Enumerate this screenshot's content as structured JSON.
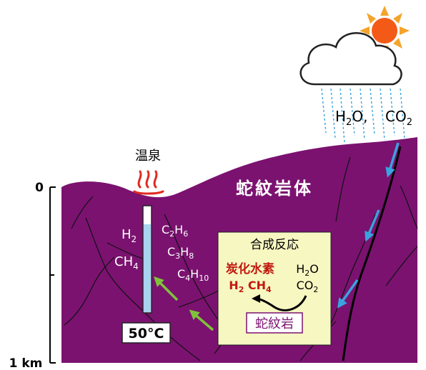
{
  "depth_axis": {
    "top_label": "0",
    "bottom_label": "1 km"
  },
  "hot_spring": {
    "label": "温泉",
    "temperature": "50°C"
  },
  "rock_body_label": "蛇紋岩体",
  "atmosphere": {
    "h2o": "H2O,",
    "co2": "CO2"
  },
  "well_gases": {
    "h2": "H2",
    "ch4": "CH4"
  },
  "hydrocarbons": [
    "C2H6",
    "C3H8",
    "C4H10"
  ],
  "reaction_box": {
    "title": "合成反応",
    "product_label": "炭化水素",
    "product_species": "H2 CH4",
    "inputs_line1": "H2O",
    "inputs_line2": "CO2",
    "rock": "蛇紋岩"
  },
  "colors": {
    "rock": "#7b1270",
    "inset_fill": "#f7f7c2",
    "product_text": "#c0180f",
    "water_arrow": "#3aa3df",
    "gas_arrow": "#7fc23a",
    "well_fill": "#a8d4ef",
    "steam": "#e02a20",
    "sun_core": "#f45a17",
    "sun_ray": "#f4a42a"
  },
  "icons": [
    "sun-icon",
    "cloud-icon",
    "hot-spring-icon",
    "rain-icon"
  ]
}
